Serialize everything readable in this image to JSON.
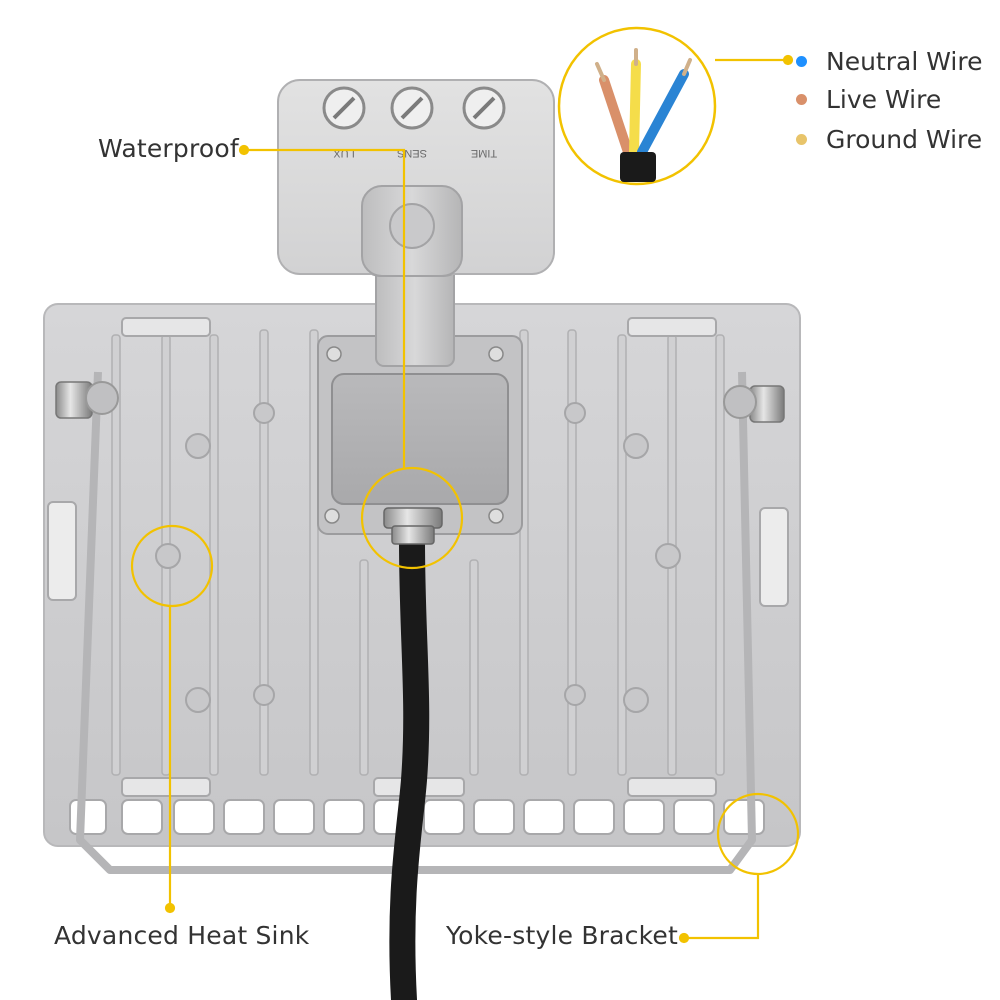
{
  "callouts": {
    "waterproof": "Waterproof",
    "heat_sink": "Advanced Heat Sink",
    "bracket": "Yoke-style Bracket"
  },
  "sensor_knobs": {
    "lux": "LUX",
    "sens": "SENS",
    "time": "TIME"
  },
  "wire_legend": [
    {
      "label": "Neutral Wire",
      "color": "#1e90ff"
    },
    {
      "label": "Live Wire",
      "color": "#d9906a"
    },
    {
      "label": "Ground Wire",
      "color": "#e8c46a"
    }
  ],
  "colors": {
    "callout_yellow": "#f2c200",
    "housing_gray": "#c9c9cb",
    "cable_black": "#1a1a1a"
  }
}
